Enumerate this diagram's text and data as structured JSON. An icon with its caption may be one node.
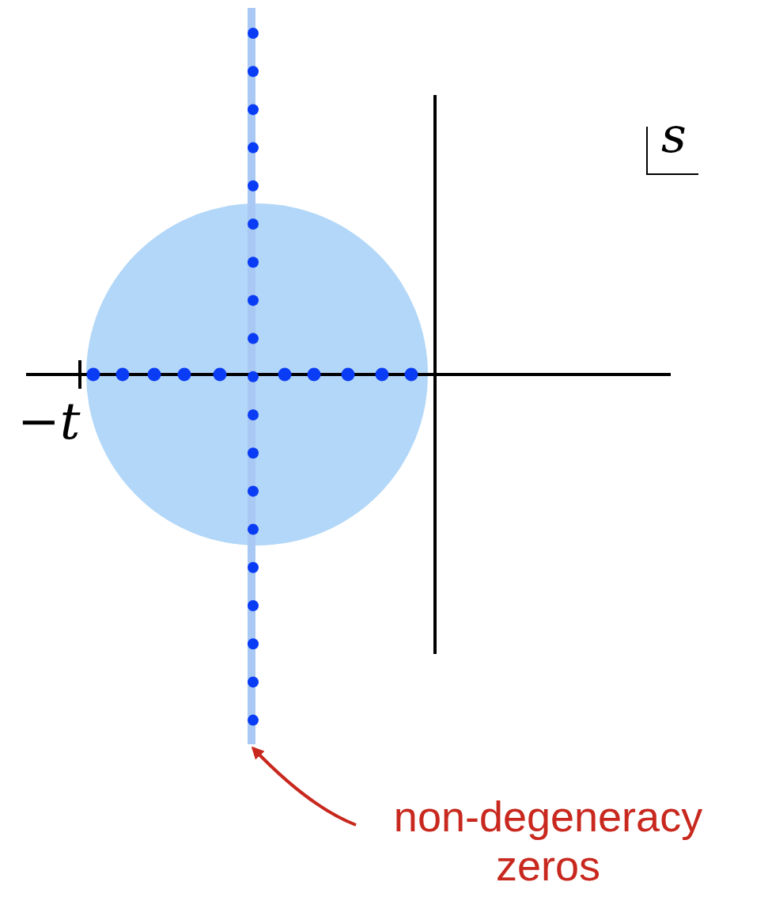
{
  "diagram": {
    "nodes": [
      {
        "text": [
          "non-degeneracy zeros"
        ]
      },
      {
        "text": [],
        "shape": "bar"
      }
    ],
    "edges": [
      {
        "from": 0,
        "to": 1,
        "arrow": "to"
      }
    ],
    "labels": [
      "−t",
      "s"
    ]
  }
}
